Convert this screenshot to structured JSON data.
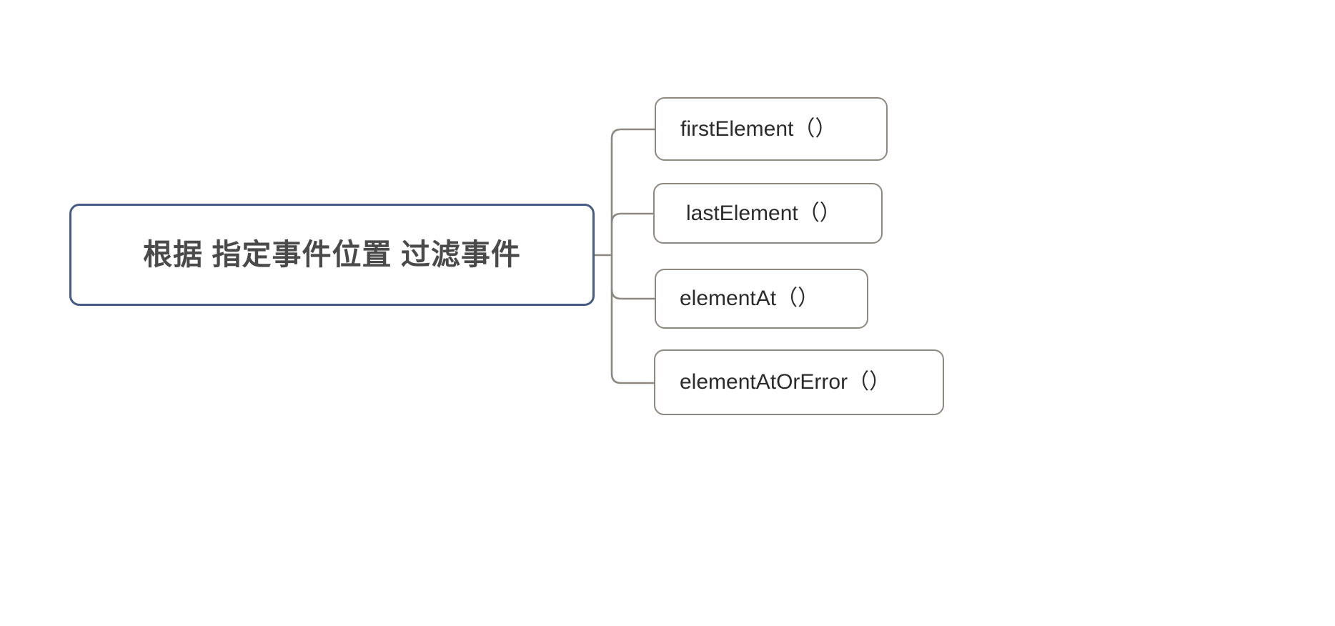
{
  "diagram": {
    "type": "mind-map",
    "orientation": "left-to-right",
    "background_color": "#ffffff",
    "root": {
      "label": "根据 指定事件位置 过滤事件",
      "border_color": "#455a85",
      "text_color": "#4a4a4a",
      "fill_color": "#ffffff"
    },
    "children": [
      {
        "label": "firstElement（）",
        "border_color": "#8d8880",
        "text_color": "#2b2b2b",
        "fill_color": "#ffffff"
      },
      {
        "label": "lastElement（）",
        "border_color": "#8d8880",
        "text_color": "#2b2b2b",
        "fill_color": "#ffffff"
      },
      {
        "label": "elementAt（）",
        "border_color": "#8d8880",
        "text_color": "#2b2b2b",
        "fill_color": "#ffffff"
      },
      {
        "label": "elementAtOrError（）",
        "border_color": "#8d8880",
        "text_color": "#2b2b2b",
        "fill_color": "#ffffff"
      }
    ],
    "connector_color": "#8d8880"
  }
}
